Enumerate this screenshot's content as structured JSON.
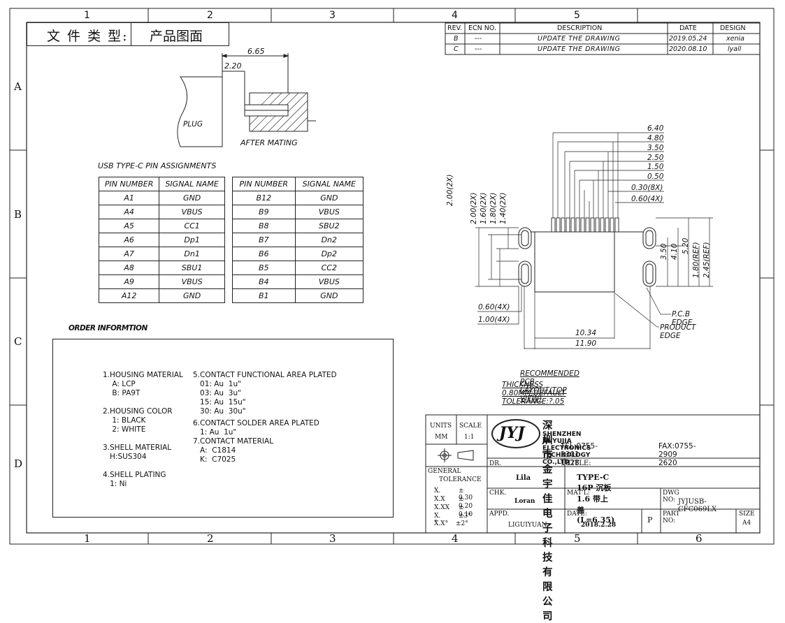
{
  "grid": {
    "columns": [
      "1",
      "2",
      "3",
      "4",
      "5",
      "6"
    ],
    "rows": [
      "A",
      "B",
      "C",
      "D"
    ]
  },
  "file_type": {
    "label": "文 件 类 型:",
    "value": "产品图面"
  },
  "revisions": {
    "headers": [
      "REV.",
      "ECN NO.",
      "DESCRIPTION",
      "DATE",
      "DESIGN"
    ],
    "rows": [
      {
        "rev": "B",
        "ecn": "---",
        "desc": "UPDATE THE DRAWING",
        "date": "2019.05.24",
        "design": "xenia"
      },
      {
        "rev": "C",
        "ecn": "---",
        "desc": "UPDATE THE DRAWING",
        "date": "2020.08.10",
        "design": "lyall"
      }
    ]
  },
  "mating": {
    "dim1": "6.65",
    "dim2": "2.20",
    "plug_label": "PLUG",
    "caption": "AFTER MATING"
  },
  "pin_table": {
    "title": "USB TYPE-C PIN ASSIGNMENTS",
    "headers": [
      "PIN NUMBER",
      "SIGNAL NAME",
      "PIN NUMBER",
      "SIGNAL NAME"
    ],
    "left": [
      {
        "pin": "A1",
        "sig": "GND"
      },
      {
        "pin": "A4",
        "sig": "VBUS"
      },
      {
        "pin": "A5",
        "sig": "CC1"
      },
      {
        "pin": "A6",
        "sig": "Dp1"
      },
      {
        "pin": "A7",
        "sig": "Dn1"
      },
      {
        "pin": "A8",
        "sig": "SBU1"
      },
      {
        "pin": "A9",
        "sig": "VBUS"
      },
      {
        "pin": "A12",
        "sig": "GND"
      }
    ],
    "right": [
      {
        "pin": "B12",
        "sig": "GND"
      },
      {
        "pin": "B9",
        "sig": "VBUS"
      },
      {
        "pin": "B8",
        "sig": "SBU2"
      },
      {
        "pin": "B7",
        "sig": "Dn2"
      },
      {
        "pin": "B6",
        "sig": "Dp2"
      },
      {
        "pin": "B5",
        "sig": "CC2"
      },
      {
        "pin": "B4",
        "sig": "VBUS"
      },
      {
        "pin": "B1",
        "sig": "GND"
      }
    ]
  },
  "order": {
    "title": "ORDER INFORMTION",
    "col1": [
      "1.HOUSING MATERIAL",
      "    A: LCP",
      "    B: PA9T",
      "",
      "2.HOUSING COLOR",
      "    1: BLACK",
      "    2: WHITE",
      "",
      "3.SHELL MATERIAL",
      "   H:SUS304",
      "",
      "4.SHELL PLATING",
      "   1: Ni"
    ],
    "col2": [
      "5.CONTACT FUNCTIONAL AREA PLATED",
      "   01: Au  1u\"",
      "   03: Au  3u\"",
      "   15: Au  15u\"",
      "   30: Au  30u\"",
      "6.CONTACT SOLDER AREA PLATED",
      "   1: Au  1u\"",
      "7.CONTACT MATERIAL",
      "   A:  C1814",
      "   K:  C7025"
    ]
  },
  "pcb": {
    "top_dims": [
      "6.40",
      "4.80",
      "3.50",
      "2.50",
      "1.50",
      "0.50",
      "0.30(8X)",
      "0.60(4X)"
    ],
    "left_dims": [
      "2.00(2X)",
      "1.60(2X)",
      "1.80(2X)",
      "1.40(2X)"
    ],
    "right_dims": [
      "3.50",
      "4.10",
      "5.20",
      "1.80(REF)",
      "2.45(REF)"
    ],
    "slot_dims": [
      "0.60(4X)",
      "1.00(4X)"
    ],
    "width_dims": [
      "10.34",
      "11.90"
    ],
    "pcb_edge": "P.C.B EDGE",
    "product_edge": "PRODUCT EDGE",
    "caption1": "RECOMMENDED PCB LAYOUT(TOP VIEW)",
    "caption2": "THICKNESS 0.80MM;DEFAULT TOLERANCE:?.05"
  },
  "title_block": {
    "units_label": "UNITS",
    "units_value": "MM",
    "scale_label": "SCALE",
    "scale_value": "1:1",
    "logo": "JYJ",
    "company_cn": "深 圳 市 金 宇 佳 电 子 科 技 有 限 公 司",
    "company_en": "SHENZHEN JINYUJIA ELECTRONICS TECHNOLOGY CO.,LTD",
    "tel": "TEL:0755-2301 1828",
    "fax": "FAX:0755-2909 2620",
    "dr_label": "DR.",
    "dr_value": "Lila",
    "title_label": "TITLE:",
    "title_value": "TYPE-C 16P 沉板1.6 带上盖 (L=6.35)",
    "general_label": "GENERAL",
    "tolerance_label": "TOLERANCE",
    "tolerances": [
      {
        "k": "X.",
        "v": "± 0.30"
      },
      {
        "k": "X.X",
        "v": "± 0.20"
      },
      {
        "k": "X.XX",
        "v": "± 0.10"
      },
      {
        "k": "X.°",
        "v": "±3°"
      },
      {
        "k": "X.X°",
        "v": "±2°"
      }
    ],
    "chk_label": "CHK.",
    "chk_value": "Loran",
    "matl_label": "MAT'L:",
    "dwg_label": "DWG NO:",
    "dwg_value": "JYJUSB-CFC069LX",
    "appd_label": "APPD.",
    "appd_value": "LIGUIYUAN",
    "date_label": "DATE:",
    "date_value": "2018.2.28",
    "p_label": "P",
    "part_label": "PART NO:",
    "size_label": "SIZE",
    "size_value": "A4"
  }
}
